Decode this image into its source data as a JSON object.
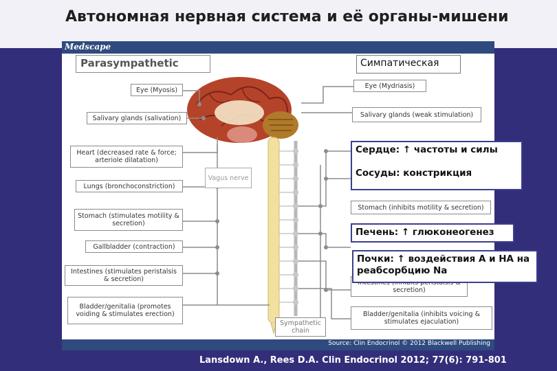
{
  "slide": {
    "title": "Автономная нервная система и её органы-мишени",
    "citation": "Lansdown A., Rees D.A. Clin Endocrinol 2012; 77(6): 791-801"
  },
  "figure": {
    "brand": "Medscape",
    "source": "Source: Clin Endocrinol © 2012 Blackwell Publishing",
    "parasympathetic_title": "Parasympathetic",
    "vagus_label": "Vagus nerve",
    "chain_label": "Sympathetic chain",
    "parasympathetic_labels": [
      "Eye (Myosis)",
      "Salivary glands (salivation)",
      "Heart (decreased rate & force; arteriole dilatation)",
      "Lungs (bronchoconstriction)",
      "Stomach (stimulates motility & secretion)",
      "Gallbladder (contraction)",
      "Intestines (stimulates peristalsis & secretion)",
      "Bladder/genitalia (promotes voiding & stimulates erection)"
    ],
    "sympathetic_labels": [
      "Eye (Mydriasis)",
      "Salivary glands (weak stimulation)",
      "Stomach (inhibits motility & secretion)",
      "Intestines (inhibits peristalsis & secretion)",
      "Bladder/genitalia (inhibits voicing & stimulates ejaculation)"
    ],
    "colors": {
      "brain": "#b5432a",
      "cord": "#f2e0a0",
      "header_bar": "#2f4a7e",
      "background": "#332e7a",
      "callout_border": "#3b3f8f"
    }
  },
  "callouts": {
    "sympathetic": "Симпатическая",
    "heart": "Сердце: ↑ частоты и силы",
    "vessels": "Сосуды: констрикция",
    "liver": "Печень: ↑ глюконеогенез",
    "kidneys": "Почки: ↑ воздействия А и НА на реабсорбцию Na"
  }
}
